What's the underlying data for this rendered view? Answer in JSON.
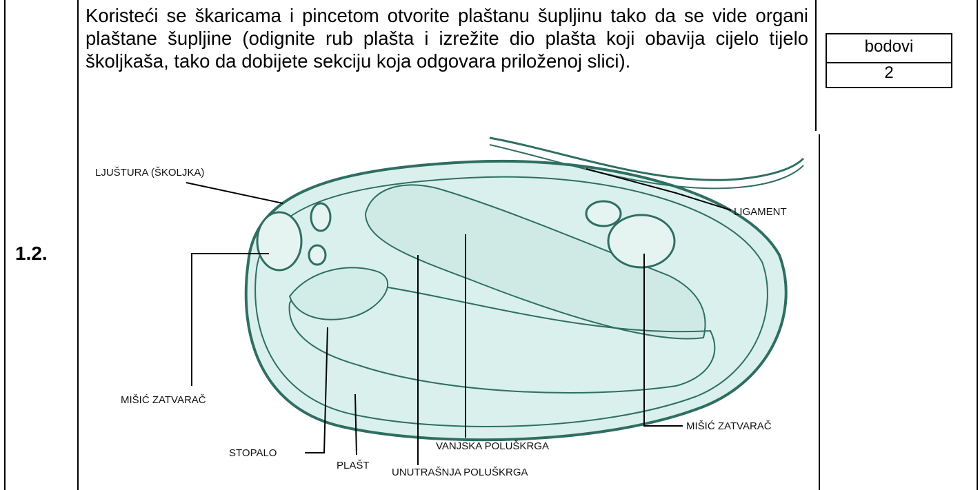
{
  "question_number": "1.2.",
  "instruction": "Koristeći se škaricama i pincetom otvorite plaštanu šupljinu tako da se vide organi plaštane šupljine (odignite rub plašta i izrežite dio plašta koji obavija cijelo tijelo školjkaša, tako da dobijete sekciju koja odgovara priloženoj slici).",
  "points": {
    "label": "bodovi",
    "value": "2"
  },
  "figure_labels": {
    "shell": "LJUŠTURA (ŠKOLJKA)",
    "ligament": "LIGAMENT",
    "muscle_left": "MIŠIĆ ZATVARAČ",
    "muscle_right": "MIŠIĆ ZATVARAČ",
    "foot": "STOPALO",
    "mantle": "PLAŠT",
    "inner_gill": "UNUTRAŠNJA POLUŠKRGA",
    "outer_gill": "VANJSKA POLUŠKRGA"
  },
  "colors": {
    "shell_fill": "#d9f0ec",
    "outline": "#2f6e62",
    "line": "#000000"
  }
}
